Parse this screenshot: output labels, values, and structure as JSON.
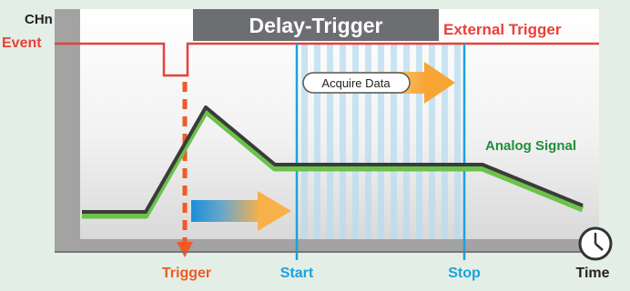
{
  "header": {
    "channel_label": "CHn",
    "event_label": "Event",
    "banner_title": "Delay-Trigger",
    "external_trigger_label": "External Trigger"
  },
  "signal": {
    "label": "Analog Signal"
  },
  "acquire": {
    "label": "Acquire Data"
  },
  "markers": {
    "trigger_label": "Trigger",
    "start_label": "Start",
    "stop_label": "Stop",
    "time_label": "Time"
  },
  "colors": {
    "event_line": "#e8413a",
    "trigger_orange": "#f15a24",
    "marker_blue": "#1aa3dd",
    "signal_green": "#6cc24a",
    "signal_dark": "#3b3b3b",
    "banner_gray": "#6d6e71",
    "frame_gray": "#9e9e9e",
    "acquire_stripe": "#b7dcf0",
    "arrow_orange": "#f8b04a",
    "arrow_blue": "#1b8fd6",
    "time_axis": "#777777"
  },
  "icons": {
    "clock": "clock-icon",
    "delay_arrow": "arrow-right-icon",
    "acquire_arrow": "arrow-right-icon"
  }
}
